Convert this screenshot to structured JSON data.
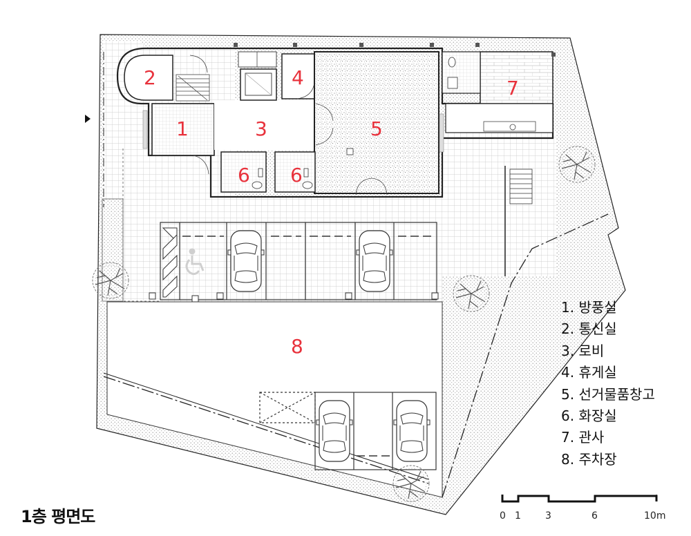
{
  "title": "1층 평면도",
  "rooms": [
    {
      "number": "1",
      "name": "방풍실"
    },
    {
      "number": "2",
      "name": "통신실"
    },
    {
      "number": "3",
      "name": "로비"
    },
    {
      "number": "4",
      "name": "휴게실"
    },
    {
      "number": "5",
      "name": "선거물품창고"
    },
    {
      "number": "6",
      "name": "화장실"
    },
    {
      "number": "7",
      "name": "관사"
    },
    {
      "number": "8",
      "name": "주차장"
    }
  ],
  "legend": [
    "1. 방풍실",
    "2. 통신실",
    "3. 로비",
    "4. 휴게실",
    "5. 선거물품창고",
    "6. 화장실",
    "7. 관사",
    "8. 주차장"
  ],
  "scale_bar": {
    "labels": [
      "0",
      "1",
      "3",
      "6",
      "10m"
    ]
  },
  "colors": {
    "room_number": "#e8323c",
    "line": "#222222",
    "tile": "#bdbdbd"
  },
  "icons": [
    "accessible-parking-icon",
    "car-icon",
    "tree-icon",
    "entrance-arrow-icon",
    "stair-icon",
    "elevator-icon",
    "toilet-icon"
  ]
}
